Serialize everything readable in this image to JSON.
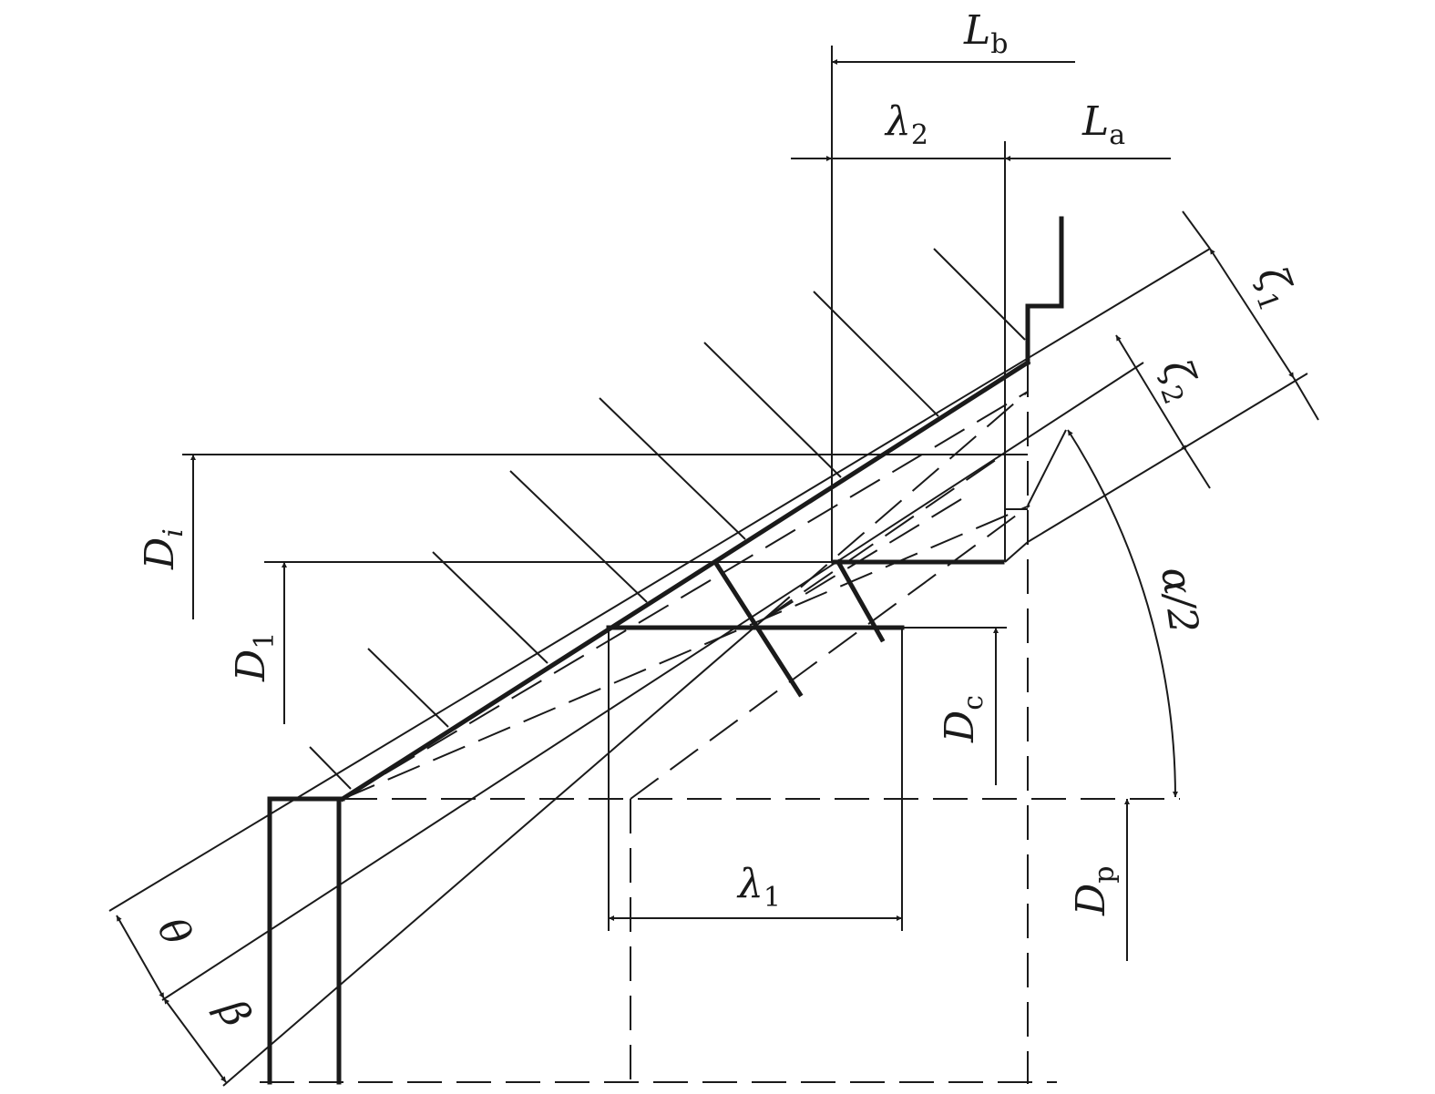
{
  "labels": {
    "Lb": {
      "main": "L",
      "sub": "b"
    },
    "La": {
      "main": "L",
      "sub": "a"
    },
    "lambda2": {
      "main": "λ",
      "sub": "2"
    },
    "lambda1": {
      "main": "λ",
      "sub": "1"
    },
    "zeta1": {
      "main": "ζ",
      "sub": "1"
    },
    "zeta2": {
      "main": "ζ",
      "sub": "2"
    },
    "alpha": {
      "main": "α/2"
    },
    "Di": {
      "main": "D",
      "sub": "i"
    },
    "D1": {
      "main": "D",
      "sub": "1"
    },
    "Dc": {
      "main": "D",
      "sub": "c"
    },
    "Dp": {
      "main": "D",
      "sub": "p"
    },
    "theta": {
      "main": "θ"
    },
    "beta": {
      "main": "β"
    }
  }
}
